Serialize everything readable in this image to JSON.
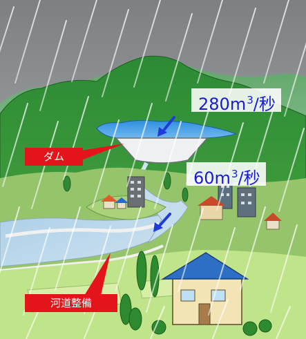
{
  "labels": {
    "dam": "ダム",
    "river_works": "河道整備"
  },
  "flows": {
    "dam_inflow": {
      "value": "280",
      "unit": "m",
      "sup": "3",
      "suffix": "/秒"
    },
    "dam_outflow": {
      "value": "60",
      "unit": "m",
      "sup": "3",
      "suffix": "/秒"
    }
  },
  "colors": {
    "sky": "#8a8d90",
    "mountain": "#2f8a34",
    "reservoir": "#3f9be0",
    "river": "#b9d7ea",
    "label_red": "#e3151a",
    "flow_text": "#1a1ad6",
    "arrow": "#1f3cd8"
  }
}
